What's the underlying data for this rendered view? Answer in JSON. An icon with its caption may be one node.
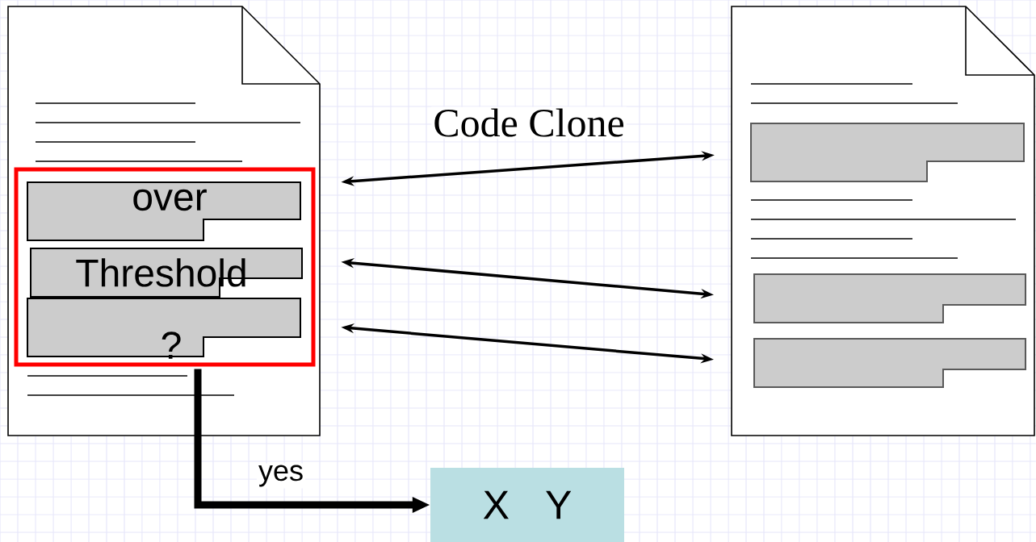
{
  "diagram": {
    "nodes": [
      {
        "text": [],
        "shape": "document"
      },
      {
        "text": [],
        "shape": "box",
        "in": 0
      },
      {
        "text": [
          "over"
        ],
        "in": 1
      },
      {
        "text": [
          "Threshold"
        ],
        "in": 1
      },
      {
        "text": [
          "?"
        ],
        "in": 1
      },
      {
        "text": [],
        "shape": "document"
      },
      {
        "text": [],
        "shape": "box",
        "in": 5
      },
      {
        "text": [],
        "shape": "box",
        "in": 5
      },
      {
        "text": [],
        "shape": "box",
        "in": 5
      },
      {
        "text": [
          "X Y"
        ]
      }
    ],
    "edges": [
      {
        "from": 1,
        "to": 6,
        "arrow": "both",
        "label": "Code Clone"
      },
      {
        "from": 1,
        "to": 7,
        "arrow": "both"
      },
      {
        "from": 1,
        "to": 8,
        "arrow": "both"
      },
      {
        "from": 1,
        "to": 9,
        "arrow": "to",
        "label": "yes",
        "style": "thick"
      }
    ]
  }
}
